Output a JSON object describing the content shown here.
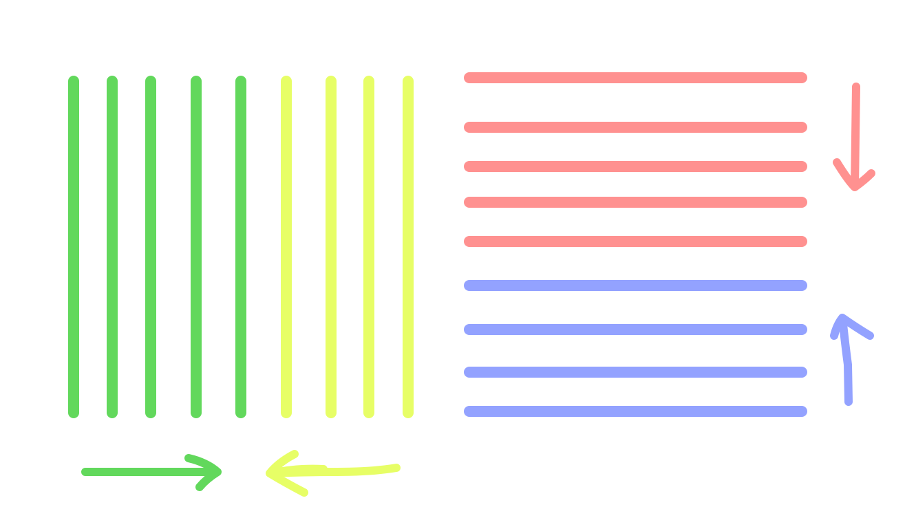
{
  "colors": {
    "green": "#62d85c",
    "yellow": "#e7fe66",
    "red": "#ff9190",
    "blue": "#93a2ff",
    "background": "#ffffff"
  },
  "vertical_lines": {
    "green_count": 5,
    "yellow_count": 4
  },
  "horizontal_lines": {
    "red_count": 5,
    "blue_count": 4
  },
  "arrows": [
    {
      "name": "green-arrow",
      "direction": "right",
      "color": "green"
    },
    {
      "name": "yellow-arrow",
      "direction": "left",
      "color": "yellow"
    },
    {
      "name": "red-arrow",
      "direction": "down",
      "color": "red"
    },
    {
      "name": "blue-arrow",
      "direction": "up",
      "color": "blue"
    }
  ]
}
